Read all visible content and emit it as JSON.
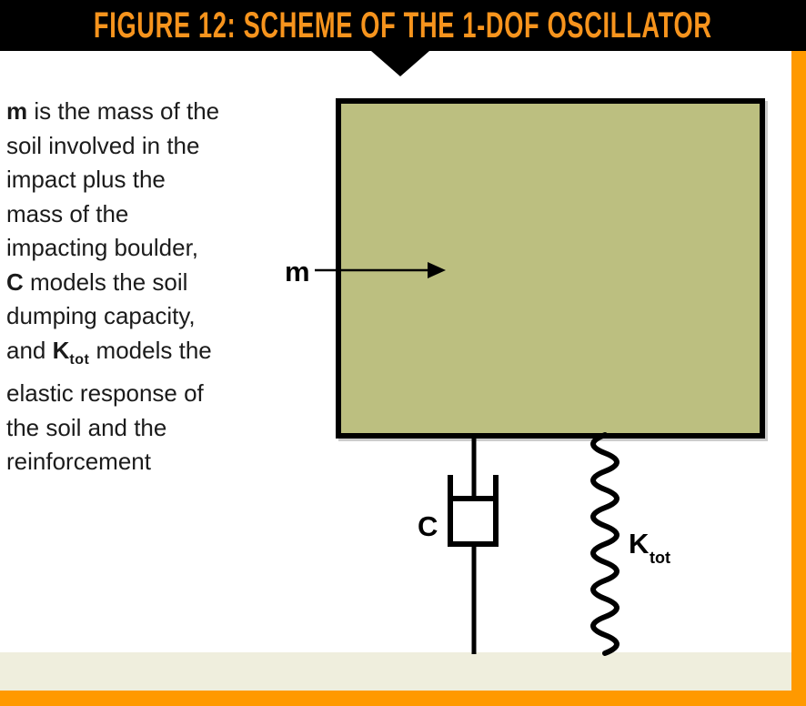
{
  "header": {
    "title": "FIGURE 12: SCHEME OF THE 1-DOF OSCILLATOR"
  },
  "description": {
    "lines": [
      [
        {
          "text": "m",
          "bold": true
        },
        {
          "text": " is the mass of the"
        }
      ],
      [
        {
          "text": "soil involved in the"
        }
      ],
      [
        {
          "text": "impact plus the"
        }
      ],
      [
        {
          "text": "mass of the"
        }
      ],
      [
        {
          "text": "impacting boulder,"
        }
      ],
      [
        {
          "text": "C",
          "bold": true
        },
        {
          "text": " models the soil"
        }
      ],
      [
        {
          "text": "dumping capacity,"
        }
      ],
      [
        {
          "text": "and "
        },
        {
          "text": "K",
          "bold": true
        },
        {
          "text": "tot",
          "bold": true,
          "sub": true
        },
        {
          "text": " models the"
        }
      ],
      [
        {
          "text": "elastic response of"
        }
      ],
      [
        {
          "text": "the soil and the"
        }
      ],
      [
        {
          "text": "reinforcement"
        }
      ]
    ]
  },
  "diagram": {
    "labels": {
      "mass": "m",
      "damper": "C",
      "spring": "K",
      "spring_sub": "tot"
    }
  },
  "colors": {
    "accent_orange": "#ff9900",
    "title_text": "#f7941d",
    "mass_fill": "#bcbf80",
    "ground_beige": "#efeedd",
    "header_bg": "#000000",
    "body_text": "#1b1b1b"
  }
}
